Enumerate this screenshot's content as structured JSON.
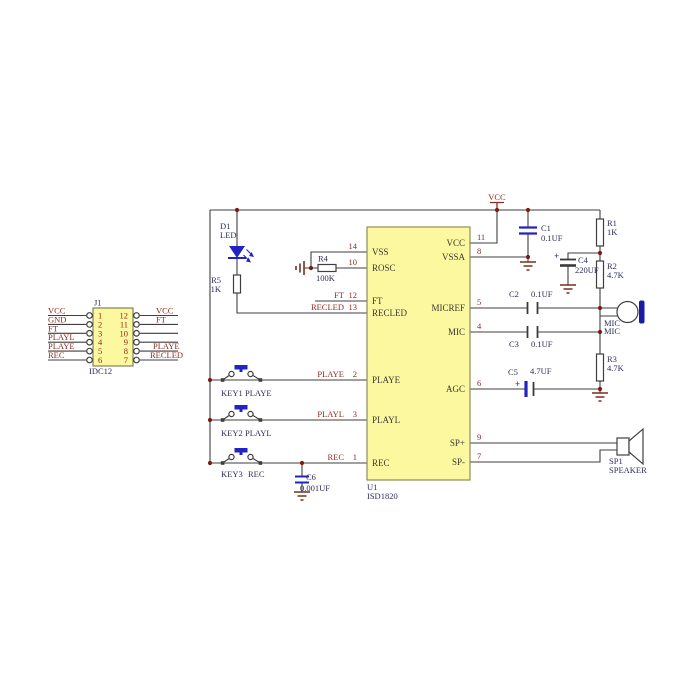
{
  "connector": {
    "ref": "J1",
    "part": "IDC12",
    "left": [
      {
        "net": "VCC",
        "pin": "1"
      },
      {
        "net": "GND",
        "pin": "2"
      },
      {
        "net": "FT",
        "pin": "3"
      },
      {
        "net": "PLAYL",
        "pin": "4"
      },
      {
        "net": "PLAYE",
        "pin": "5"
      },
      {
        "net": "REC",
        "pin": "6"
      }
    ],
    "right": [
      {
        "net": "VCC",
        "pin": "12"
      },
      {
        "net": "FT",
        "pin": "11"
      },
      {
        "net": "",
        "pin": "10"
      },
      {
        "net": "",
        "pin": "9"
      },
      {
        "net": "PLAYE",
        "pin": "8"
      },
      {
        "net": "RECLED",
        "pin": "7"
      }
    ]
  },
  "ic": {
    "ref": "U1",
    "part": "ISD1820",
    "left_pins": [
      {
        "name": "VSS",
        "num": "14",
        "net": ""
      },
      {
        "name": "ROSC",
        "num": "10",
        "net": ""
      },
      {
        "name": "FT",
        "num": "12",
        "net": "FT"
      },
      {
        "name": "RECLED",
        "num": "13",
        "net": "RECLED"
      },
      {
        "name": "PLAYE",
        "num": "2",
        "net": "PLAYE"
      },
      {
        "name": "PLAYL",
        "num": "3",
        "net": "PLAYL"
      },
      {
        "name": "REC",
        "num": "1",
        "net": "REC"
      }
    ],
    "right_pins": [
      {
        "name": "VCC",
        "num": "11"
      },
      {
        "name": "VSSA",
        "num": "8"
      },
      {
        "name": "MICREF",
        "num": "5"
      },
      {
        "name": "MIC",
        "num": "4"
      },
      {
        "name": "AGC",
        "num": "6"
      },
      {
        "name": "SP+",
        "num": "9"
      },
      {
        "name": "SP-",
        "num": "7"
      }
    ]
  },
  "components": {
    "d1": {
      "ref": "D1",
      "value": "LED"
    },
    "r5": {
      "ref": "R5",
      "value": "1K"
    },
    "r4": {
      "ref": "R4",
      "value": "100K"
    },
    "r1": {
      "ref": "R1",
      "value": "1K"
    },
    "r2": {
      "ref": "R2",
      "value": "4.7K"
    },
    "r3": {
      "ref": "R3",
      "value": "4.7K"
    },
    "c1": {
      "ref": "C1",
      "value": "0.1UF"
    },
    "c2": {
      "ref": "C2",
      "value": "0.1UF"
    },
    "c3": {
      "ref": "C3",
      "value": "0.1UF"
    },
    "c4": {
      "ref": "C4",
      "value": "220UF",
      "polarity": "+"
    },
    "c5": {
      "ref": "C5",
      "value": "4.7UF",
      "polarity": "+"
    },
    "c6": {
      "ref": "C6",
      "value": "0.001UF"
    },
    "key1": {
      "ref": "KEY1",
      "value": "PLAYE"
    },
    "key2": {
      "ref": "KEY2",
      "value": "PLAYL"
    },
    "key3": {
      "ref": "KEY3",
      "value": "REC"
    },
    "mic": {
      "ref": "MIC",
      "value": "MIC"
    },
    "sp1": {
      "ref": "SP1",
      "value": "SPEAKER"
    }
  },
  "power": {
    "vcc": "VCC"
  },
  "colors": {
    "wire": "#3f3f3f",
    "net_text": "#8f2a1c",
    "ref_text": "#2d2d5e",
    "component_blue": "#2323c4",
    "junction_dot": "#7d1a12",
    "ground": "#7d2f1d",
    "ic_fill": "#fbf8a0",
    "ic_border": "#8e8e58"
  }
}
